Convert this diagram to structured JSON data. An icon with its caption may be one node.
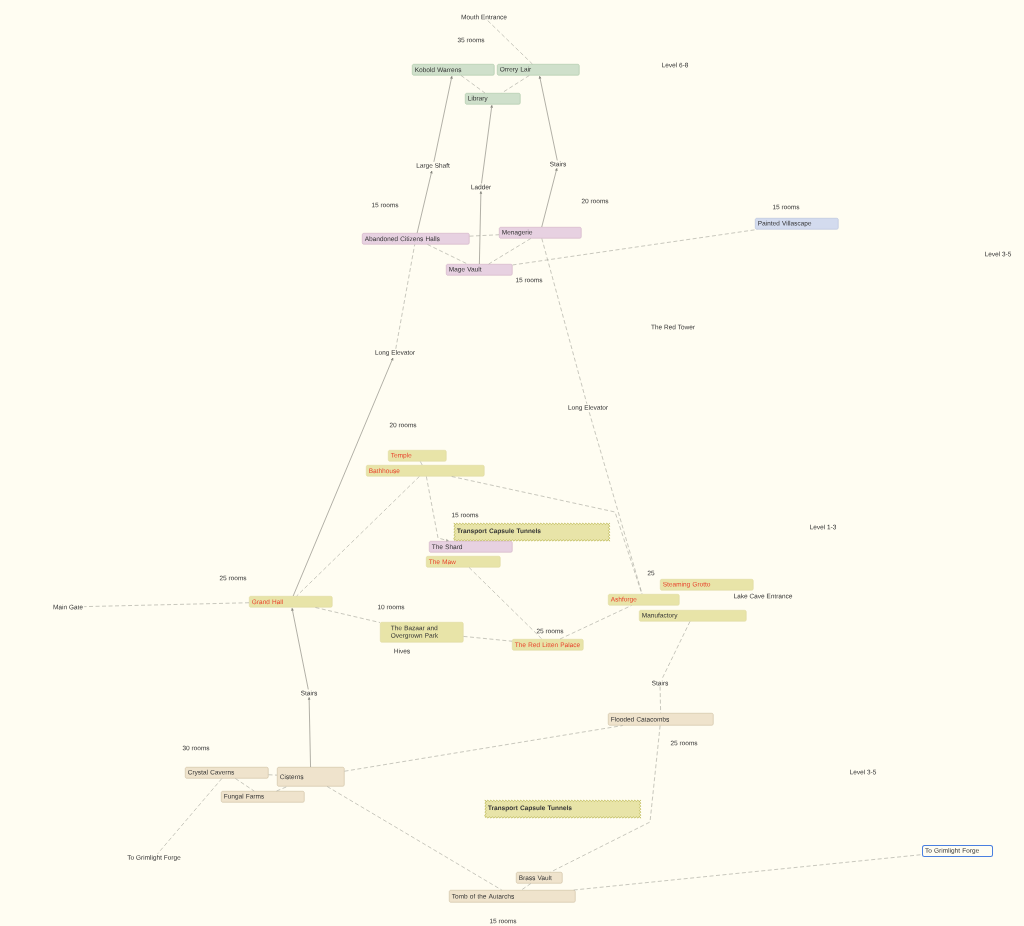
{
  "diagram": {
    "nodes": [
      {
        "text": [
          "Mouth Entrance"
        ]
      },
      {
        "text": [
          "Kobold Warrens"
        ]
      },
      {
        "text": [
          "Orrery Lair"
        ]
      },
      {
        "text": [
          "Library"
        ]
      },
      {
        "text": [
          "Stairs"
        ]
      },
      {
        "text": [
          "Large Shaft"
        ]
      },
      {
        "text": [
          "Ladder"
        ]
      },
      {
        "text": [
          "Painted Villascape"
        ]
      },
      {
        "text": [
          "Menagerie"
        ]
      },
      {
        "text": [
          "Abandoned Citizens Halls"
        ]
      },
      {
        "text": [
          "Mage Vault"
        ]
      },
      {
        "text": [
          "Long Elevator"
        ]
      },
      {
        "text": [
          "Long Elevator"
        ]
      },
      {
        "text": [
          "Temple"
        ]
      },
      {
        "text": [
          "Bathhouse"
        ]
      },
      {
        "text": [
          "Transport Capsule Tunnels"
        ]
      },
      {
        "text": [
          "The Shard"
        ]
      },
      {
        "text": [
          "The Maw"
        ]
      },
      {
        "text": [
          "Steaming Grotto"
        ]
      },
      {
        "text": [
          "Grand Hall"
        ]
      },
      {
        "text": [
          "Ashforge"
        ]
      },
      {
        "text": [
          "Main Gate"
        ]
      },
      {
        "text": [
          "Manufactory"
        ]
      },
      {
        "text": [
          "The Bazaar and Overgrown Park"
        ]
      },
      {
        "text": [
          "The Red Litten Palace"
        ]
      },
      {
        "text": [
          "Stairs"
        ]
      },
      {
        "text": [
          "Stairs"
        ]
      },
      {
        "text": [
          "Flooded Catacombs"
        ]
      },
      {
        "text": [
          "Crystal Caverns"
        ]
      },
      {
        "text": [
          "Cisterns"
        ]
      },
      {
        "text": [
          "Fungal Farms"
        ]
      },
      {
        "text": [
          "Transport Capsule Tunnels"
        ]
      },
      {
        "text": [
          "To Grimlight Forge"
        ]
      },
      {
        "text": [
          "To Grimlight Forge"
        ]
      },
      {
        "text": [
          "Brass Vault"
        ]
      },
      {
        "text": [
          "Tomb of the Autarchs"
        ]
      }
    ],
    "edges": [
      {
        "from": 0,
        "to": 2,
        "arrow": "none",
        "style": "dashed"
      },
      {
        "from": 1,
        "to": 3,
        "arrow": "none",
        "style": "dashed"
      },
      {
        "from": 2,
        "to": 3,
        "arrow": "none",
        "style": "dashed"
      },
      {
        "from": 9,
        "to": 5,
        "arrow": "to"
      },
      {
        "from": 5,
        "to": 1,
        "arrow": "to"
      },
      {
        "from": 10,
        "to": 6,
        "arrow": "to"
      },
      {
        "from": 6,
        "to": 3,
        "arrow": "to"
      },
      {
        "from": 8,
        "to": 4,
        "arrow": "to"
      },
      {
        "from": 4,
        "to": 2,
        "arrow": "to"
      },
      {
        "from": 9,
        "to": 8,
        "arrow": "none",
        "style": "dashed"
      },
      {
        "from": 9,
        "to": 10,
        "arrow": "none",
        "style": "dashed"
      },
      {
        "from": 8,
        "to": 10,
        "arrow": "none",
        "style": "dashed"
      },
      {
        "from": 10,
        "to": 7,
        "arrow": "none",
        "style": "dashed"
      },
      {
        "from": 8,
        "to": 12,
        "arrow": "none",
        "style": "dashed"
      },
      {
        "from": 12,
        "to": 20,
        "arrow": "none",
        "style": "dashed"
      },
      {
        "from": 11,
        "to": 9,
        "arrow": "none",
        "style": "dashed"
      },
      {
        "from": 19,
        "to": 11,
        "arrow": "to"
      },
      {
        "from": 13,
        "to": 14,
        "arrow": "none",
        "style": "dashed"
      },
      {
        "from": 14,
        "to": 19,
        "arrow": "none",
        "style": "dashed"
      },
      {
        "from": 14,
        "to": 16,
        "arrow": "to",
        "style": "dashed"
      },
      {
        "from": 14,
        "to": 20,
        "arrow": "none",
        "style": "dashed"
      },
      {
        "from": 17,
        "to": 24,
        "arrow": "none",
        "style": "dashed"
      },
      {
        "from": 19,
        "to": 21,
        "arrow": "none",
        "style": "dashed"
      },
      {
        "from": 19,
        "to": 23,
        "arrow": "none",
        "style": "dashed"
      },
      {
        "from": 23,
        "to": 24,
        "arrow": "none",
        "style": "dashed"
      },
      {
        "from": 24,
        "to": 20,
        "arrow": "none",
        "style": "dashed"
      },
      {
        "from": 22,
        "to": 25,
        "arrow": "none",
        "style": "dashed"
      },
      {
        "from": 25,
        "to": 27,
        "arrow": "none",
        "style": "dashed"
      },
      {
        "from": 29,
        "to": 26,
        "arrow": "to"
      },
      {
        "from": 26,
        "to": 19,
        "arrow": "to"
      },
      {
        "from": 29,
        "to": 27,
        "arrow": "none",
        "style": "dashed"
      },
      {
        "from": 29,
        "to": 35,
        "arrow": "none",
        "style": "dashed"
      },
      {
        "from": 28,
        "to": 29,
        "arrow": "none",
        "style": "dashed"
      },
      {
        "from": 28,
        "to": 30,
        "arrow": "none",
        "style": "dashed"
      },
      {
        "from": 30,
        "to": 29,
        "arrow": "none",
        "style": "dashed"
      },
      {
        "from": 28,
        "to": 33,
        "arrow": "none",
        "style": "dashed"
      },
      {
        "from": 27,
        "to": 34,
        "arrow": "none",
        "style": "dashed"
      },
      {
        "from": 34,
        "to": 35,
        "arrow": "none",
        "style": "dashed"
      },
      {
        "from": 35,
        "to": 32,
        "arrow": "none",
        "style": "dashed"
      }
    ],
    "labels": [
      "35 rooms",
      "Level 6-8",
      "15 rooms",
      "20 rooms",
      "15 rooms",
      "15 rooms",
      "Level 3-5",
      "The Red Tower",
      "20 rooms",
      "15 rooms",
      "Level 1-3",
      "25",
      "25 rooms",
      "Lake Cave Entrance",
      "10 rooms",
      "25 rooms",
      "Hives",
      "30 rooms",
      "25 rooms",
      "Level 3-5",
      "15 rooms"
    ]
  }
}
